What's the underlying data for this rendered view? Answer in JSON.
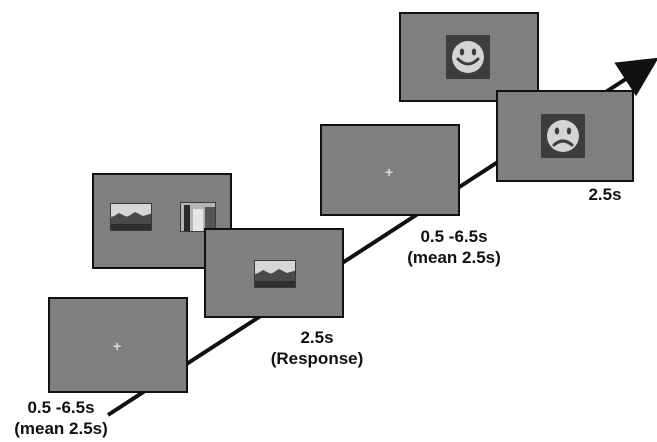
{
  "figure": {
    "screens": [
      {
        "id": "fixation-1",
        "content": "fixation cross"
      },
      {
        "id": "image-pair",
        "content": "two images"
      },
      {
        "id": "selected-image",
        "content": "single image"
      },
      {
        "id": "fixation-2",
        "content": "fixation cross"
      },
      {
        "id": "feedback-positive",
        "content": "smiley face"
      },
      {
        "id": "feedback-negative",
        "content": "frowning face"
      }
    ],
    "fixation_symbol": "+",
    "labels": {
      "fixation_1": {
        "line1": "0.5 -6.5s",
        "line2": "(mean 2.5s)"
      },
      "choice": {
        "line1": "2.5s",
        "line2": "(Response)"
      },
      "fixation_2": {
        "line1": "0.5 -6.5s",
        "line2": "(mean 2.5s)"
      },
      "feedback": {
        "line1": "2.5s"
      }
    },
    "colors": {
      "screen_fill": "#7f7f7f",
      "screen_border": "#111111",
      "face_box": "#3d3d3d",
      "arrow": "#111111"
    }
  }
}
